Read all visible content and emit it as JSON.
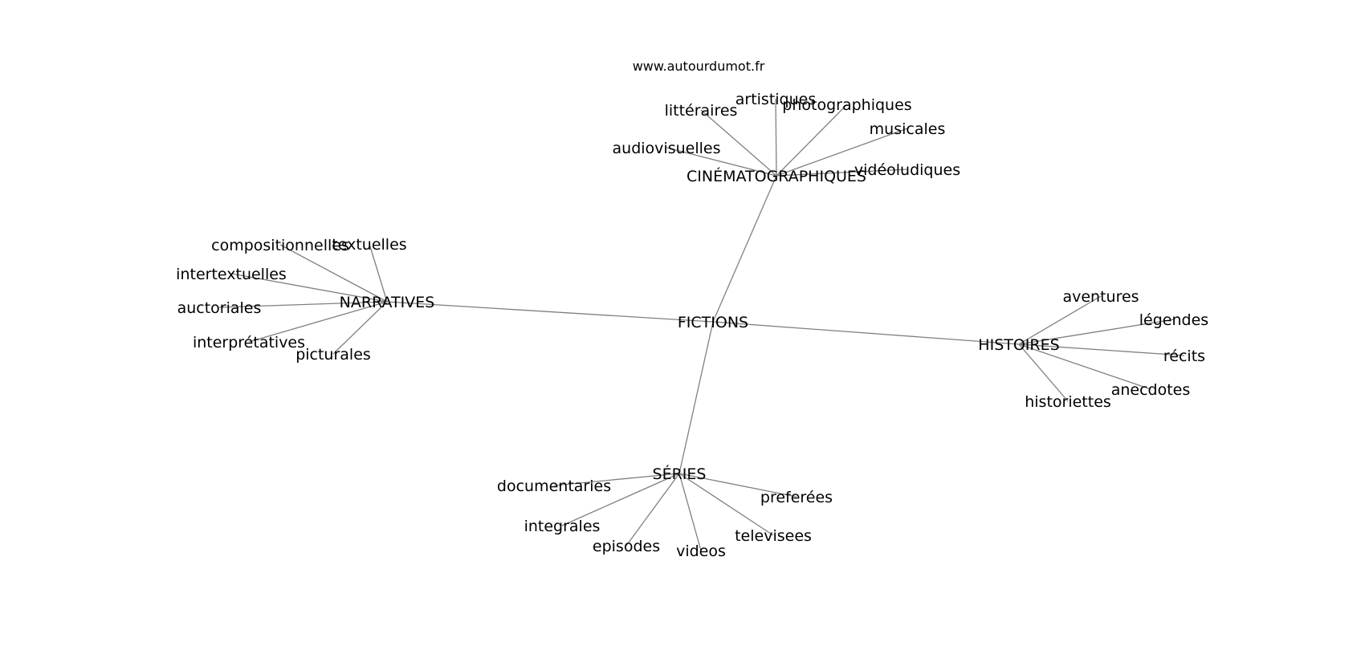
{
  "site": "www.autourdumot.fr",
  "center": "FICTIONS",
  "branches": [
    {
      "id": "cinematographiques",
      "label": "CINÉMATOGRAPHIQUES",
      "leaves": [
        {
          "id": "artistiques",
          "label": "artistiques"
        },
        {
          "id": "photographiques",
          "label": "photographiques"
        },
        {
          "id": "litteraires",
          "label": "littéraires"
        },
        {
          "id": "musicales",
          "label": "musicales"
        },
        {
          "id": "audiovisuelles",
          "label": "audiovisuelles"
        },
        {
          "id": "videoludiques",
          "label": "vidéoludiques"
        }
      ]
    },
    {
      "id": "narratives",
      "label": "NARRATIVES",
      "leaves": [
        {
          "id": "compositionnelles",
          "label": "compositionnelles"
        },
        {
          "id": "textuelles",
          "label": "textuelles"
        },
        {
          "id": "intertextuelles",
          "label": "intertextuelles"
        },
        {
          "id": "auctoriales",
          "label": "auctoriales"
        },
        {
          "id": "interpretatives",
          "label": "interprétatives"
        },
        {
          "id": "picturales",
          "label": "picturales"
        }
      ]
    },
    {
      "id": "histoires",
      "label": "HISTOIRES",
      "leaves": [
        {
          "id": "aventures",
          "label": "aventures"
        },
        {
          "id": "legendes",
          "label": "légendes"
        },
        {
          "id": "recits",
          "label": "récits"
        },
        {
          "id": "anecdotes",
          "label": "anecdotes"
        },
        {
          "id": "historiettes",
          "label": "historiettes"
        }
      ]
    },
    {
      "id": "series",
      "label": "SÉRIES",
      "leaves": [
        {
          "id": "documentaries",
          "label": "documentaries"
        },
        {
          "id": "preferees",
          "label": "preferées"
        },
        {
          "id": "integrales",
          "label": "integrales"
        },
        {
          "id": "televisees",
          "label": "televisees"
        },
        {
          "id": "episodes",
          "label": "episodes"
        },
        {
          "id": "videos",
          "label": "videos"
        }
      ]
    }
  ]
}
